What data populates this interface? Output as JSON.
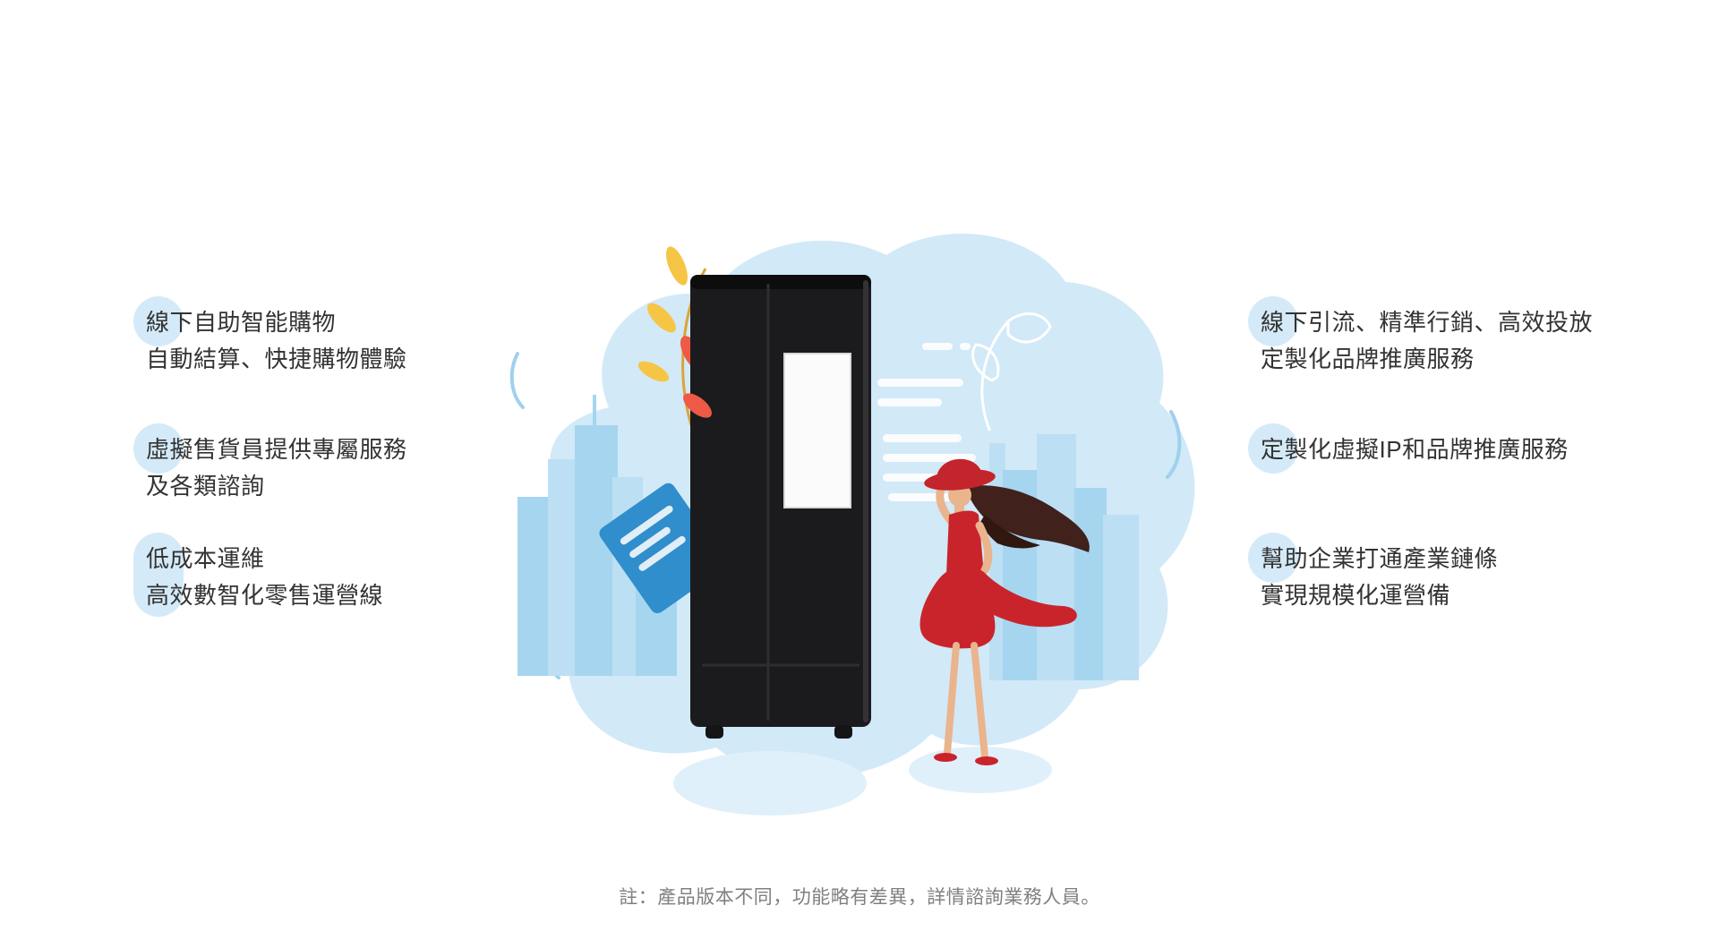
{
  "page": {
    "background_color": "#ffffff",
    "note": "註：產品版本不同，功能略有差異，詳情諮詢業務人員。"
  },
  "features": {
    "text_color": "#333333",
    "highlight_color": "#d4eaf8",
    "left": [
      {
        "lines": [
          "線下自助智能購物",
          "自動結算、快捷購物體驗"
        ]
      },
      {
        "lines": [
          "虛擬售貨員提供專屬服務",
          "及各類諮詢"
        ]
      },
      {
        "lines": [
          "低成本運維",
          "高效數智化零售運營線"
        ]
      }
    ],
    "right": [
      {
        "lines": [
          "線下引流、精準行銷、高效投放",
          "定製化品牌推廣服務"
        ]
      },
      {
        "lines": [
          "定製化虛擬IP和品牌推廣服務"
        ]
      },
      {
        "lines": [
          "幫助企業打通產業鏈條",
          "實現規模化運營備"
        ]
      }
    ]
  },
  "illustration": {
    "description": "smart-vending-kiosk-with-woman",
    "elements": [
      "background-blob",
      "city-skyline",
      "ground-shadows",
      "blue-signboard",
      "autumn-leaves",
      "vending-kiosk",
      "kiosk-screen",
      "text-lines-decor",
      "leaf-outline-decor",
      "woman-figure"
    ],
    "colors": {
      "blob": "#d2e9f7",
      "skyline": "#a6d5ef",
      "skyline_light": "#bcdff4",
      "shadow": "#e0f0fa",
      "kiosk_body": "#1b1b1d",
      "kiosk_screen": "#fbfbfb",
      "signboard_blue": "#2f8ecb",
      "leaf_yellow": "#f6c545",
      "leaf_red": "#ee5a45",
      "dress_red": "#c9242c",
      "hair_brown": "#40211b",
      "skin": "#eab48d"
    }
  }
}
